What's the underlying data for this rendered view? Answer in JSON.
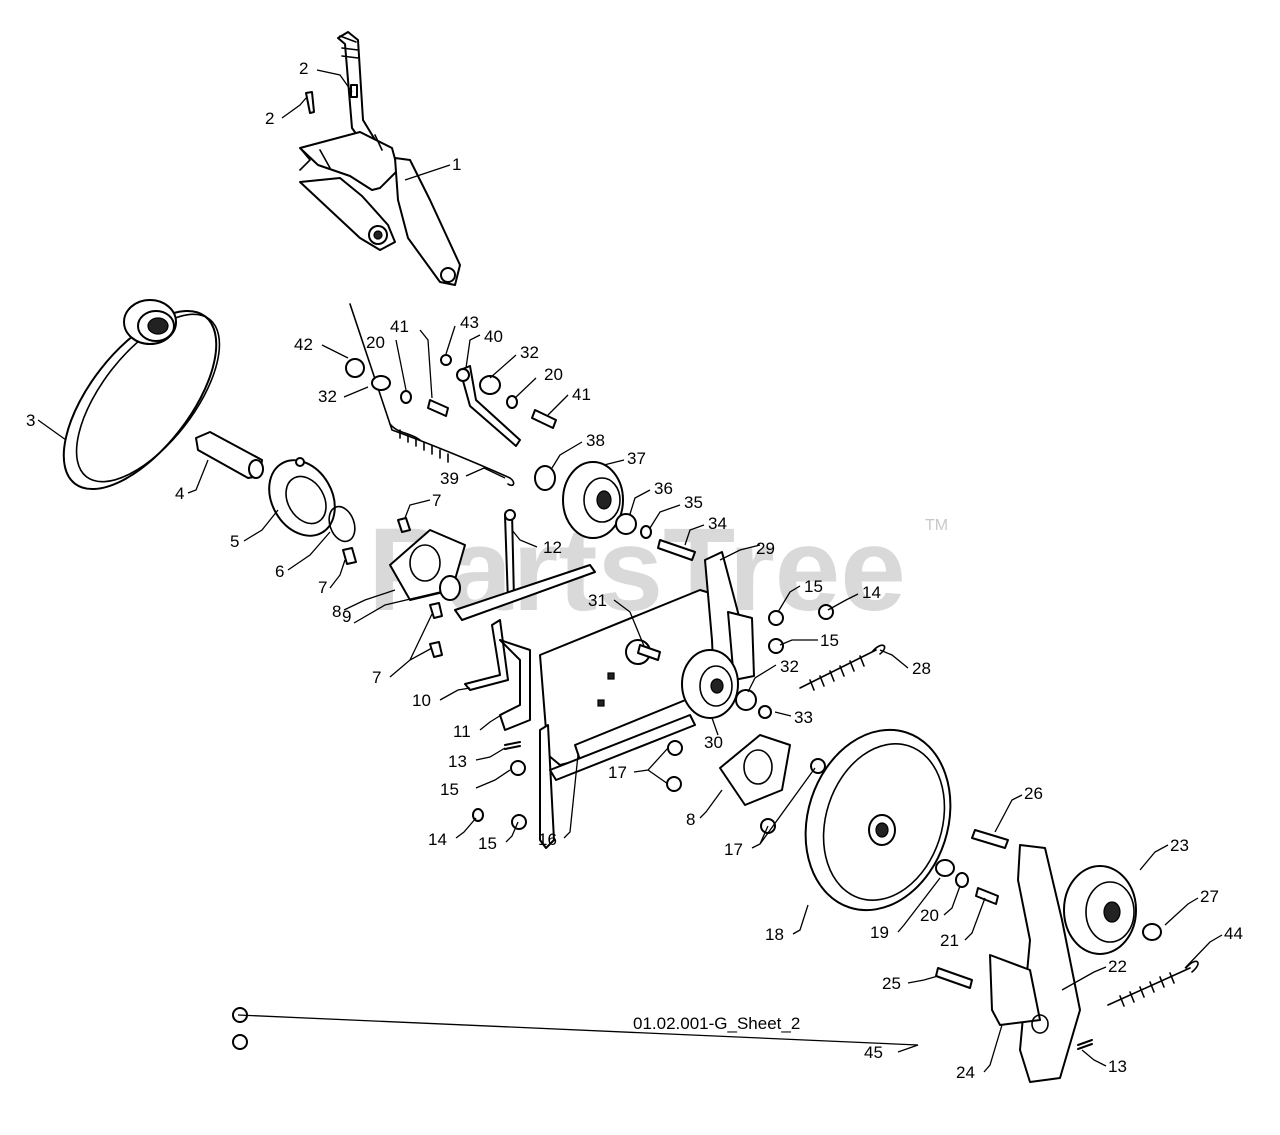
{
  "drawing_reference": "01.02.001-G_Sheet_2",
  "watermark": {
    "text": "PartsTree",
    "trademark": "TM"
  },
  "callouts": [
    {
      "id": "c2a",
      "text": "2"
    },
    {
      "id": "c2b",
      "text": "2"
    },
    {
      "id": "c1",
      "text": "1"
    },
    {
      "id": "c42",
      "text": "42"
    },
    {
      "id": "c20a",
      "text": "20"
    },
    {
      "id": "c41a",
      "text": "41"
    },
    {
      "id": "c43",
      "text": "43"
    },
    {
      "id": "c40",
      "text": "40"
    },
    {
      "id": "c32a",
      "text": "32"
    },
    {
      "id": "c20b",
      "text": "20"
    },
    {
      "id": "c32b",
      "text": "32"
    },
    {
      "id": "c41b",
      "text": "41"
    },
    {
      "id": "c3",
      "text": "3"
    },
    {
      "id": "c4",
      "text": "4"
    },
    {
      "id": "c39",
      "text": "39"
    },
    {
      "id": "c38",
      "text": "38"
    },
    {
      "id": "c37",
      "text": "37"
    },
    {
      "id": "c36",
      "text": "36"
    },
    {
      "id": "c35",
      "text": "35"
    },
    {
      "id": "c34",
      "text": "34"
    },
    {
      "id": "c5",
      "text": "5"
    },
    {
      "id": "c7a",
      "text": "7"
    },
    {
      "id": "c6",
      "text": "6"
    },
    {
      "id": "c12",
      "text": "12"
    },
    {
      "id": "c29",
      "text": "29"
    },
    {
      "id": "c7b",
      "text": "7"
    },
    {
      "id": "c15a",
      "text": "15"
    },
    {
      "id": "c14a",
      "text": "14"
    },
    {
      "id": "c8a",
      "text": "8"
    },
    {
      "id": "c31",
      "text": "31"
    },
    {
      "id": "c15b",
      "text": "15"
    },
    {
      "id": "c9",
      "text": "9"
    },
    {
      "id": "c28",
      "text": "28"
    },
    {
      "id": "c32c",
      "text": "32"
    },
    {
      "id": "c7c",
      "text": "7"
    },
    {
      "id": "c10",
      "text": "10"
    },
    {
      "id": "c33",
      "text": "33"
    },
    {
      "id": "c11",
      "text": "11"
    },
    {
      "id": "c30",
      "text": "30"
    },
    {
      "id": "c13a",
      "text": "13"
    },
    {
      "id": "c15c",
      "text": "15"
    },
    {
      "id": "c17a",
      "text": "17"
    },
    {
      "id": "c8b",
      "text": "8"
    },
    {
      "id": "c14b",
      "text": "14"
    },
    {
      "id": "c15d",
      "text": "15"
    },
    {
      "id": "c16",
      "text": "16"
    },
    {
      "id": "c17b",
      "text": "17"
    },
    {
      "id": "c26",
      "text": "26"
    },
    {
      "id": "c23",
      "text": "23"
    },
    {
      "id": "c27",
      "text": "27"
    },
    {
      "id": "c18",
      "text": "18"
    },
    {
      "id": "c19",
      "text": "19"
    },
    {
      "id": "c20c",
      "text": "20"
    },
    {
      "id": "c21",
      "text": "21"
    },
    {
      "id": "c44",
      "text": "44"
    },
    {
      "id": "c22",
      "text": "22"
    },
    {
      "id": "c25",
      "text": "25"
    },
    {
      "id": "c45",
      "text": "45"
    },
    {
      "id": "c24",
      "text": "24"
    },
    {
      "id": "c13b",
      "text": "13"
    }
  ]
}
